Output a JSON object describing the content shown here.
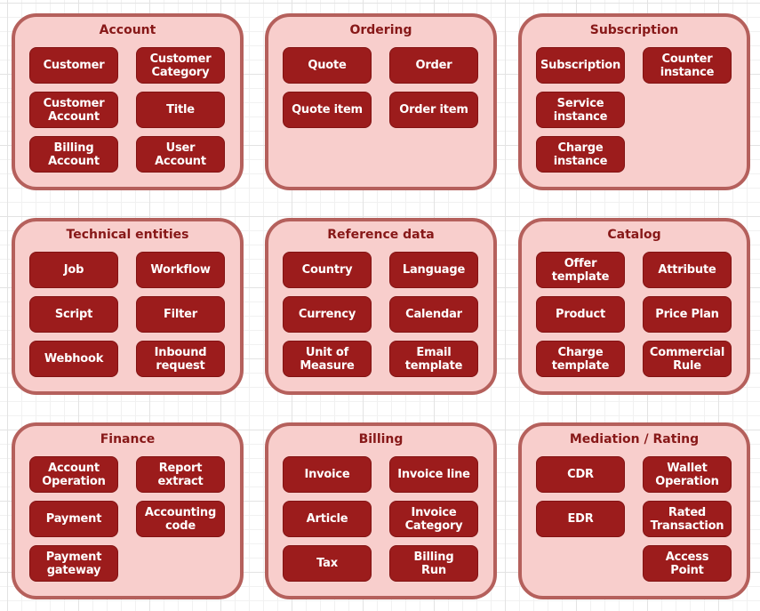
{
  "style": {
    "background": "#ffffff",
    "grid_minor_color": "#f1f1f1",
    "grid_major_color": "#e3e3e3",
    "panel_fill": "#f8cecc",
    "panel_border": "#b5605c",
    "panel_title_color": "#871818",
    "button_fill": "#9c1c1c",
    "button_border": "#821212",
    "button_text_color": "#ffffff"
  },
  "panels": [
    {
      "title": "Account",
      "cells": [
        {
          "label": "Customer"
        },
        {
          "label": "Customer\nCategory"
        },
        {
          "label": "Customer\nAccount"
        },
        {
          "label": "Title"
        },
        {
          "label": "Billing\nAccount"
        },
        {
          "label": "User\nAccount"
        }
      ]
    },
    {
      "title": "Ordering",
      "cells": [
        {
          "label": "Quote"
        },
        {
          "label": "Order"
        },
        {
          "label": "Quote item"
        },
        {
          "label": "Order item"
        },
        null,
        null
      ]
    },
    {
      "title": "Subscription",
      "cells": [
        {
          "label": "Subscription"
        },
        {
          "label": "Counter\ninstance"
        },
        {
          "label": "Service\ninstance"
        },
        null,
        {
          "label": "Charge\ninstance"
        },
        null
      ]
    },
    {
      "title": "Technical entities",
      "cells": [
        {
          "label": "Job"
        },
        {
          "label": "Workflow"
        },
        {
          "label": "Script"
        },
        {
          "label": "Filter"
        },
        {
          "label": "Webhook"
        },
        {
          "label": "Inbound\nrequest"
        }
      ]
    },
    {
      "title": "Reference data",
      "cells": [
        {
          "label": "Country"
        },
        {
          "label": "Language"
        },
        {
          "label": "Currency"
        },
        {
          "label": "Calendar"
        },
        {
          "label": "Unit of\nMeasure"
        },
        {
          "label": "Email\ntemplate"
        }
      ]
    },
    {
      "title": "Catalog",
      "cells": [
        {
          "label": "Offer\ntemplate"
        },
        {
          "label": "Attribute"
        },
        {
          "label": "Product"
        },
        {
          "label": "Price Plan"
        },
        {
          "label": "Charge\ntemplate"
        },
        {
          "label": "Commercial\nRule"
        }
      ]
    },
    {
      "title": "Finance",
      "cells": [
        {
          "label": "Account\nOperation"
        },
        {
          "label": "Report\nextract"
        },
        {
          "label": "Payment"
        },
        {
          "label": "Accounting\ncode"
        },
        {
          "label": "Payment\ngateway"
        },
        null
      ]
    },
    {
      "title": "Billing",
      "cells": [
        {
          "label": "Invoice"
        },
        {
          "label": "Invoice line"
        },
        {
          "label": "Article"
        },
        {
          "label": "Invoice\nCategory"
        },
        {
          "label": "Tax"
        },
        {
          "label": "Billing\nRun"
        }
      ]
    },
    {
      "title": "Mediation / Rating",
      "cells": [
        {
          "label": "CDR"
        },
        {
          "label": "Wallet\nOperation"
        },
        {
          "label": "EDR"
        },
        {
          "label": "Rated\nTransaction"
        },
        null,
        {
          "label": "Access\nPoint"
        }
      ]
    }
  ]
}
